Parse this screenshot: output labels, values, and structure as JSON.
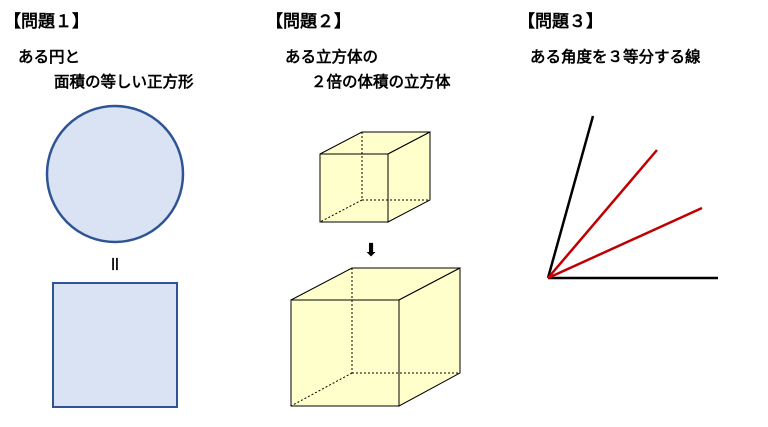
{
  "problems": [
    {
      "heading": "【問題１】",
      "line1": "ある円と",
      "line2": "面積の等しい正方形",
      "equals": "＝"
    },
    {
      "heading": "【問題２】",
      "line1": "ある立方体の",
      "line2": "２倍の体積の立方体",
      "arrow": "⬇"
    },
    {
      "heading": "【問題３】",
      "line1": "ある角度を３等分する線"
    }
  ],
  "colors": {
    "circle_fill": "#dae3f3",
    "circle_stroke": "#2f5496",
    "square_fill": "#dae3f3",
    "square_stroke": "#2f5496",
    "cube_fill": "#ffffcc",
    "cube_stroke": "#000000",
    "angle_arm": "#000000",
    "trisector": "#c00000"
  },
  "icons": {
    "down_arrow": "down-arrow-icon",
    "equals": "equals-sign-icon"
  }
}
